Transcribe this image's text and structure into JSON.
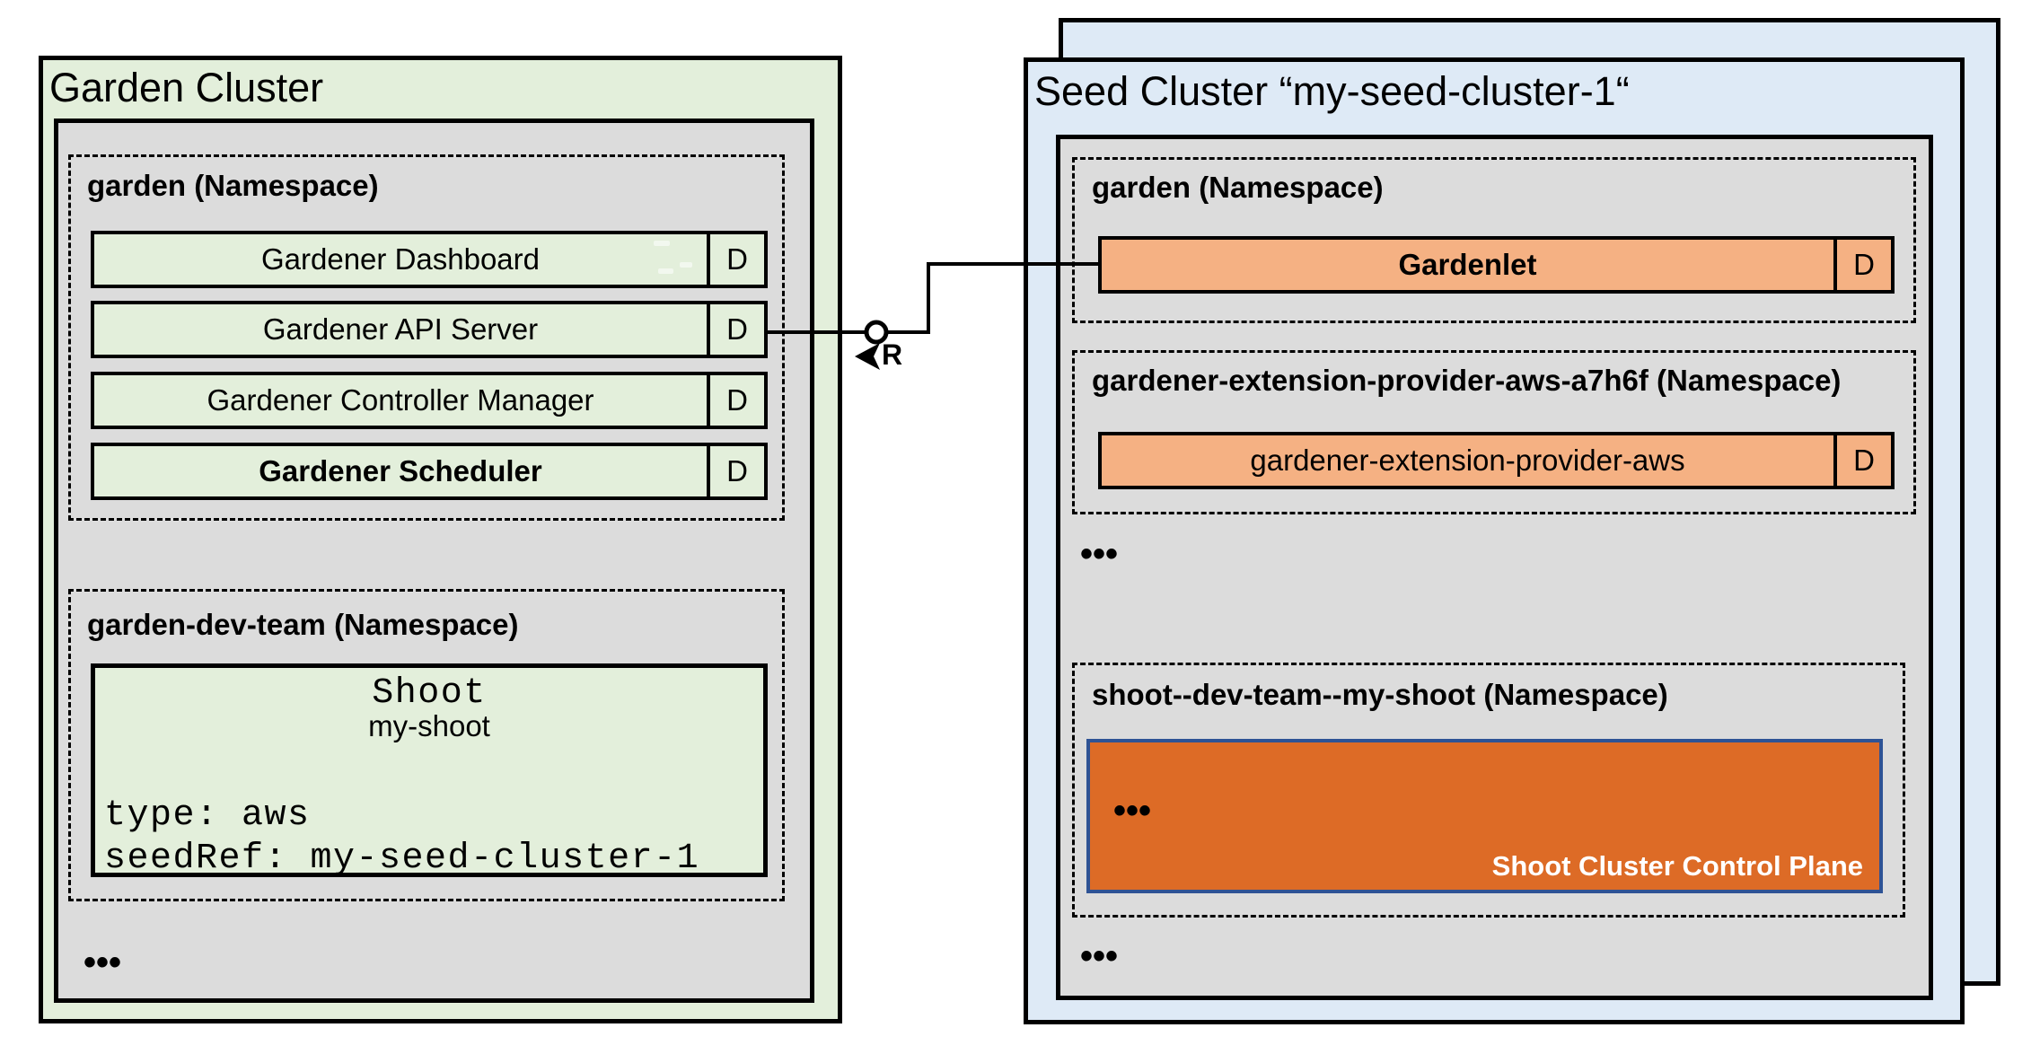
{
  "colors": {
    "green_fill": "#E3EFDB",
    "panel_gray": "#DCDCDC",
    "blue_fill": "#DEEAF6",
    "light_orange": "#F5B183",
    "dark_orange": "#DD6B26",
    "control_border_blue": "#2E5395",
    "line_black": "#000000"
  },
  "garden_cluster": {
    "title": "Garden Cluster",
    "garden_namespace": {
      "title": "garden (Namespace)",
      "components": [
        {
          "label": "Gardener Dashboard",
          "badge": "D"
        },
        {
          "label": "Gardener API Server",
          "badge": "D"
        },
        {
          "label": "Gardener Controller Manager",
          "badge": "D"
        },
        {
          "label": "Gardener Scheduler",
          "badge": "D"
        }
      ]
    },
    "dev_namespace": {
      "title": "garden-dev-team (Namespace)",
      "shoot_resource": {
        "kind": "Shoot",
        "name": "my-shoot",
        "spec_line_1": "type: aws",
        "spec_line_2": "seedRef: my-seed-cluster-1"
      }
    },
    "ellipsis": "•••"
  },
  "connector": {
    "label": "R"
  },
  "seed_cluster": {
    "title": "Seed Cluster “my-seed-cluster-1“",
    "garden_namespace": {
      "title": "garden (Namespace)",
      "component": {
        "label": "Gardenlet",
        "badge": "D"
      }
    },
    "extension_namespace": {
      "title": "gardener-extension-provider-aws-a7h6f (Namespace)",
      "component": {
        "label": "gardener-extension-provider-aws",
        "badge": "D"
      }
    },
    "ellipsis_1": "•••",
    "shoot_namespace": {
      "title": "shoot--dev-team--my-shoot (Namespace)",
      "control_plane": {
        "ellipsis": "•••",
        "label": "Shoot Cluster Control Plane"
      }
    },
    "ellipsis_2": "•••"
  }
}
